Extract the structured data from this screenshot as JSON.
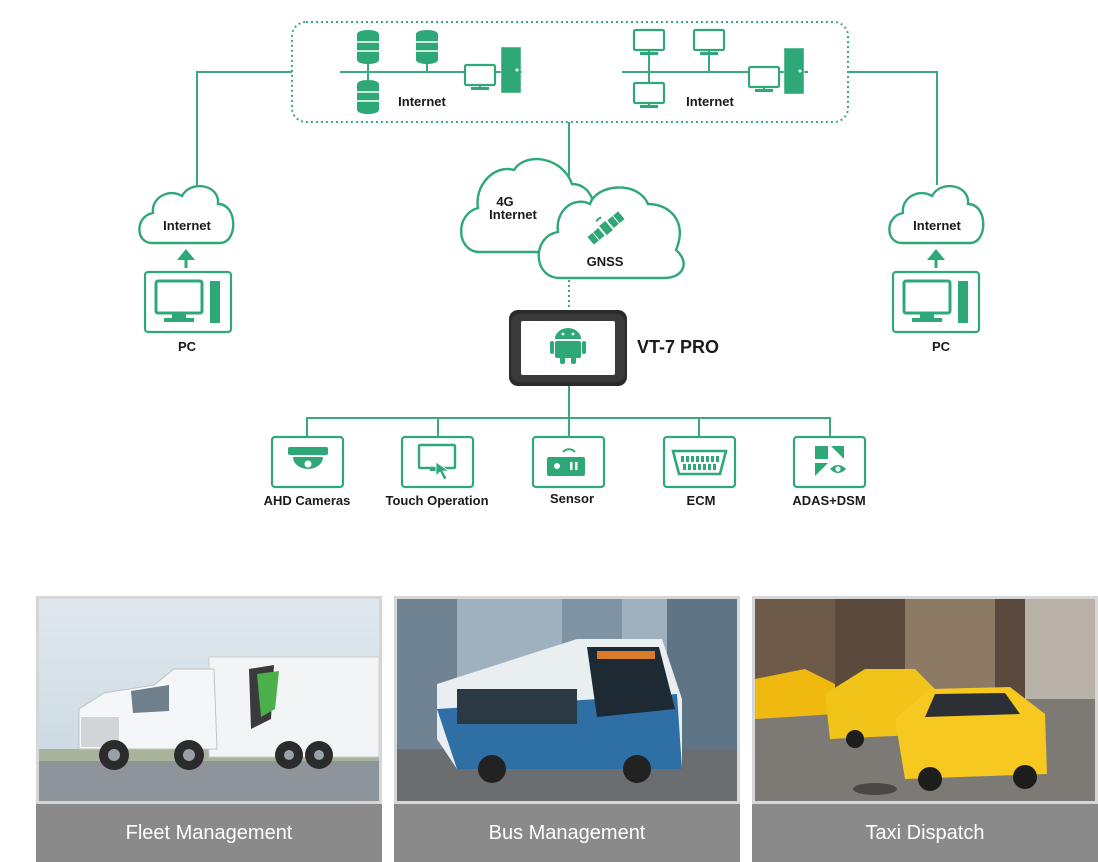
{
  "network": {
    "left_lan_label": "Internet",
    "right_lan_label": "Internet"
  },
  "left_pc": {
    "cloud_label": "Internet",
    "pc_label": "PC"
  },
  "right_pc": {
    "cloud_label": "Internet",
    "pc_label": "PC"
  },
  "cellular_cloud": {
    "line1": "4G",
    "line2": "Internet"
  },
  "gnss_cloud": {
    "label": "GNSS"
  },
  "device": {
    "name": "VT-7 PRO"
  },
  "peripherals": [
    {
      "label": "AHD Cameras",
      "icon": "dome-camera-icon"
    },
    {
      "label": "Touch Operation",
      "icon": "touch-screen-icon"
    },
    {
      "label": "Sensor",
      "icon": "sensor-icon"
    },
    {
      "label": "ECM",
      "icon": "obd-connector-icon"
    },
    {
      "label": "ADAS+DSM",
      "icon": "adas-dsm-icon"
    }
  ],
  "applications": [
    {
      "label": "Fleet Management",
      "image": "white-semi-truck-photo"
    },
    {
      "label": "Bus Management",
      "image": "electric-city-bus-photo"
    },
    {
      "label": "Taxi Dispatch",
      "image": "yellow-taxis-street-photo"
    }
  ],
  "colors": {
    "accent": "#2fa877",
    "caption_bar": "#8a8a8a"
  }
}
